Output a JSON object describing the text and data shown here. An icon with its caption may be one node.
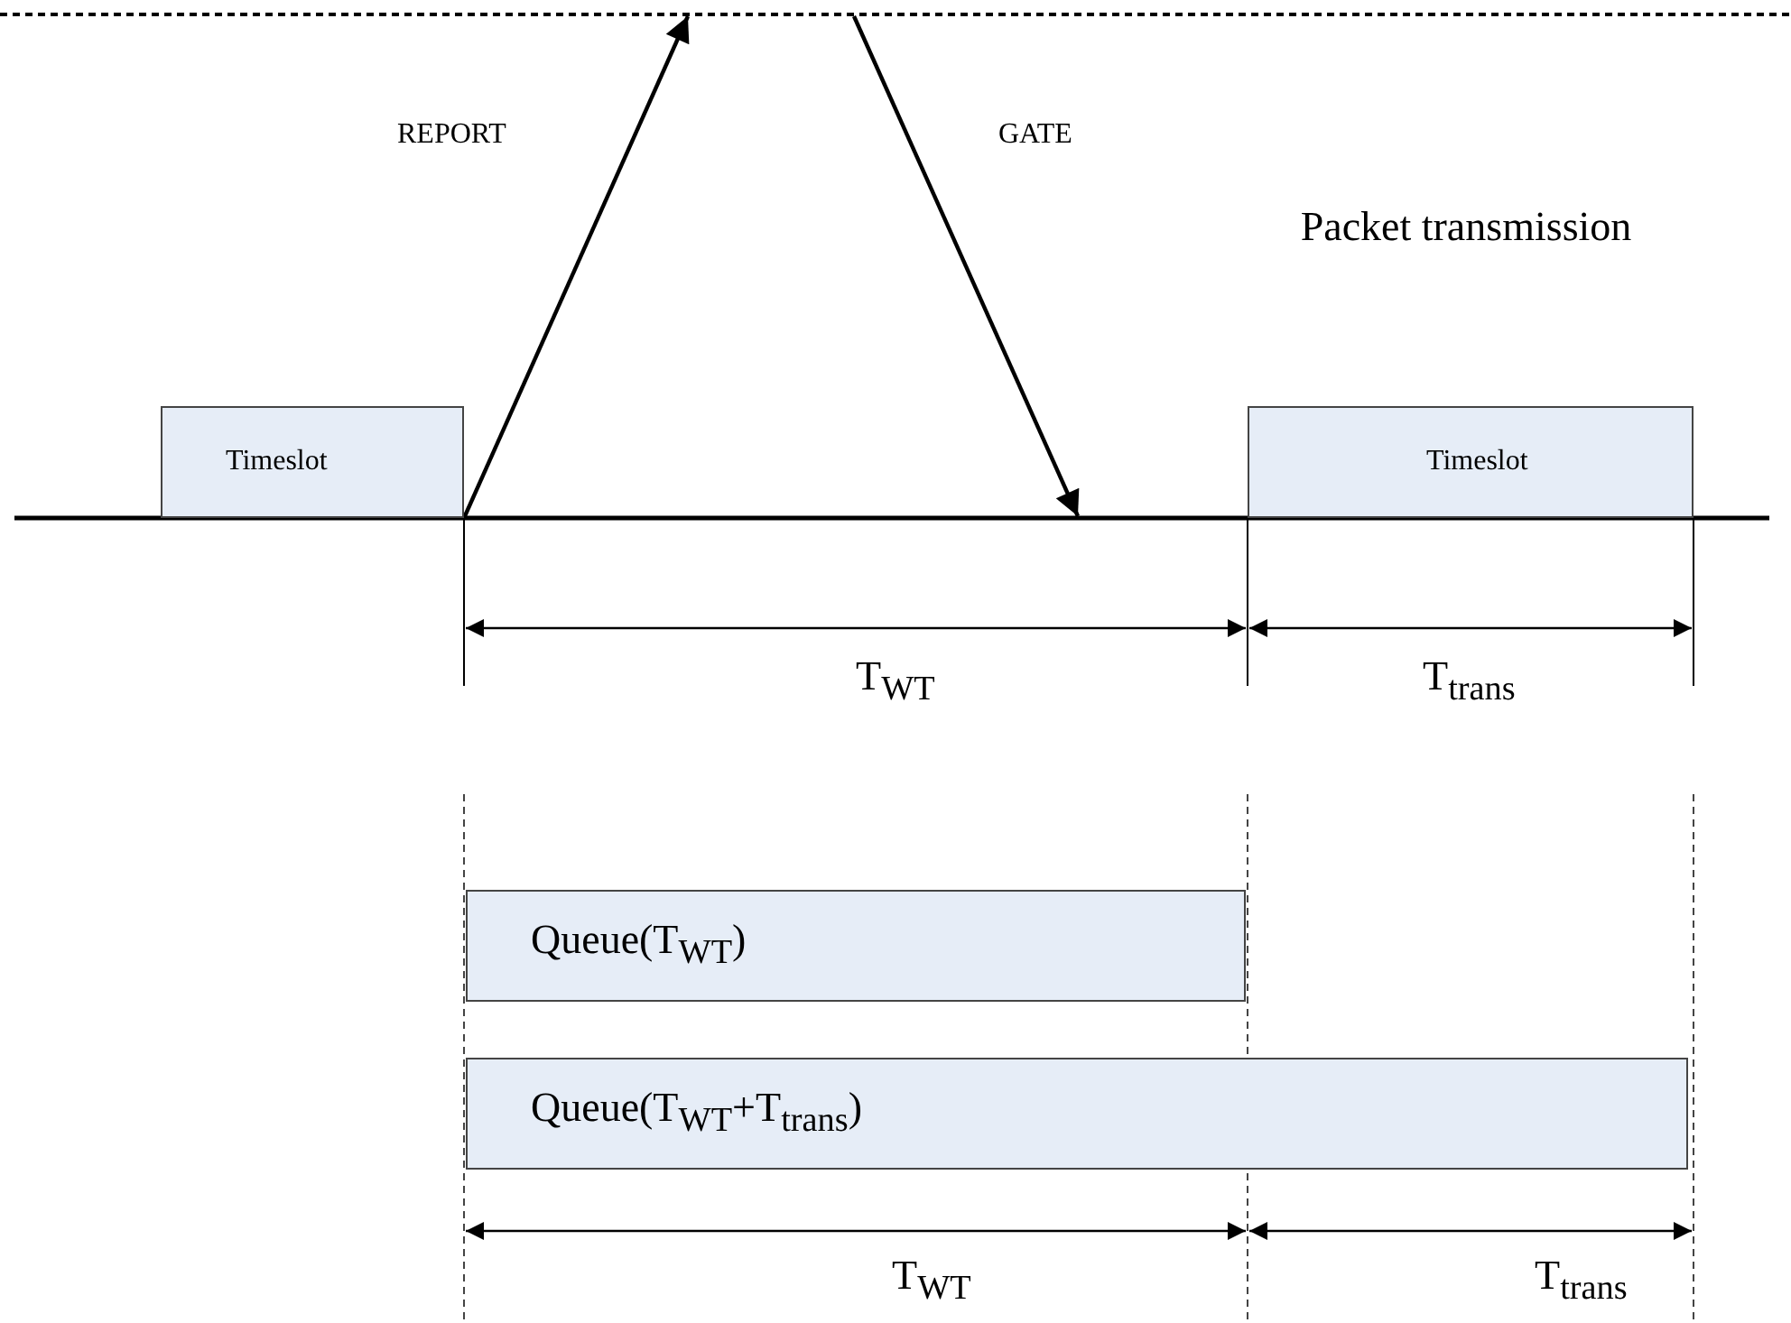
{
  "diagram": {
    "nodes": [
      {
        "text": [
          "Timeslot"
        ]
      },
      {
        "text": [
          "Timeslot"
        ]
      },
      {
        "text": [
          "Queue(T$_{WT}$)"
        ]
      },
      {
        "text": [
          "Queue(T$_{WT}$+T$_{trans}$)"
        ]
      }
    ],
    "labels": [
      "REPORT",
      "GATE",
      "Packet transmission",
      "T$_{WT}$",
      "T$_{trans}$",
      "T$_{WT}$",
      "T$_{trans}$"
    ]
  }
}
